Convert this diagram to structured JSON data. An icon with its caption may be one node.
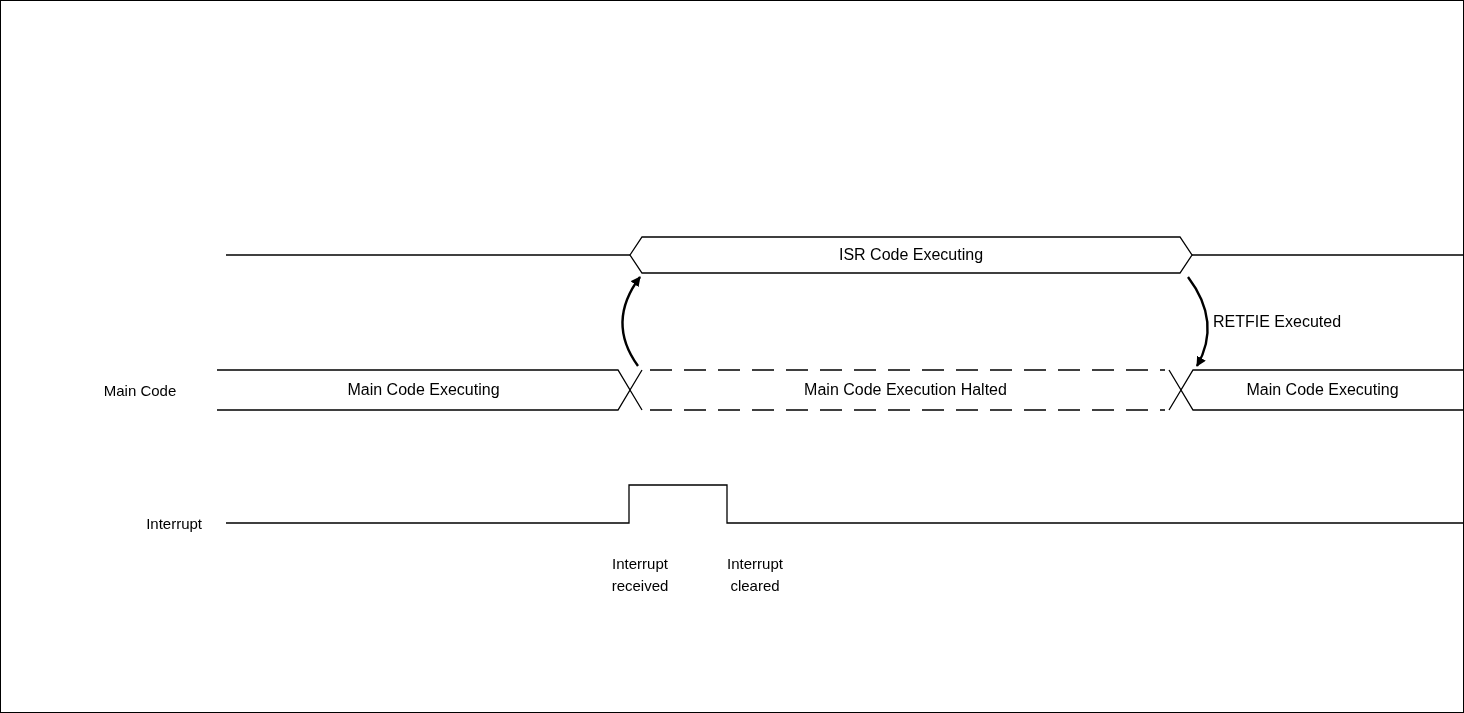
{
  "diagram": {
    "nodes": [
      {
        "text": [
          "Main Code Executing"
        ]
      },
      {
        "text": [
          "ISR Code Executing"
        ]
      },
      {
        "text": [
          "Main Code Execution Halted"
        ]
      },
      {
        "text": [
          "Main Code Executing"
        ]
      }
    ],
    "edges": [
      {
        "from": 0,
        "to": 1,
        "arrow": "to"
      },
      {
        "from": 1,
        "to": 3,
        "arrow": "to",
        "label": "RETFIE Executed"
      }
    ],
    "labels": [
      "Main Code",
      "Interrupt",
      "Interrupt received",
      "Interrupt cleared"
    ]
  }
}
